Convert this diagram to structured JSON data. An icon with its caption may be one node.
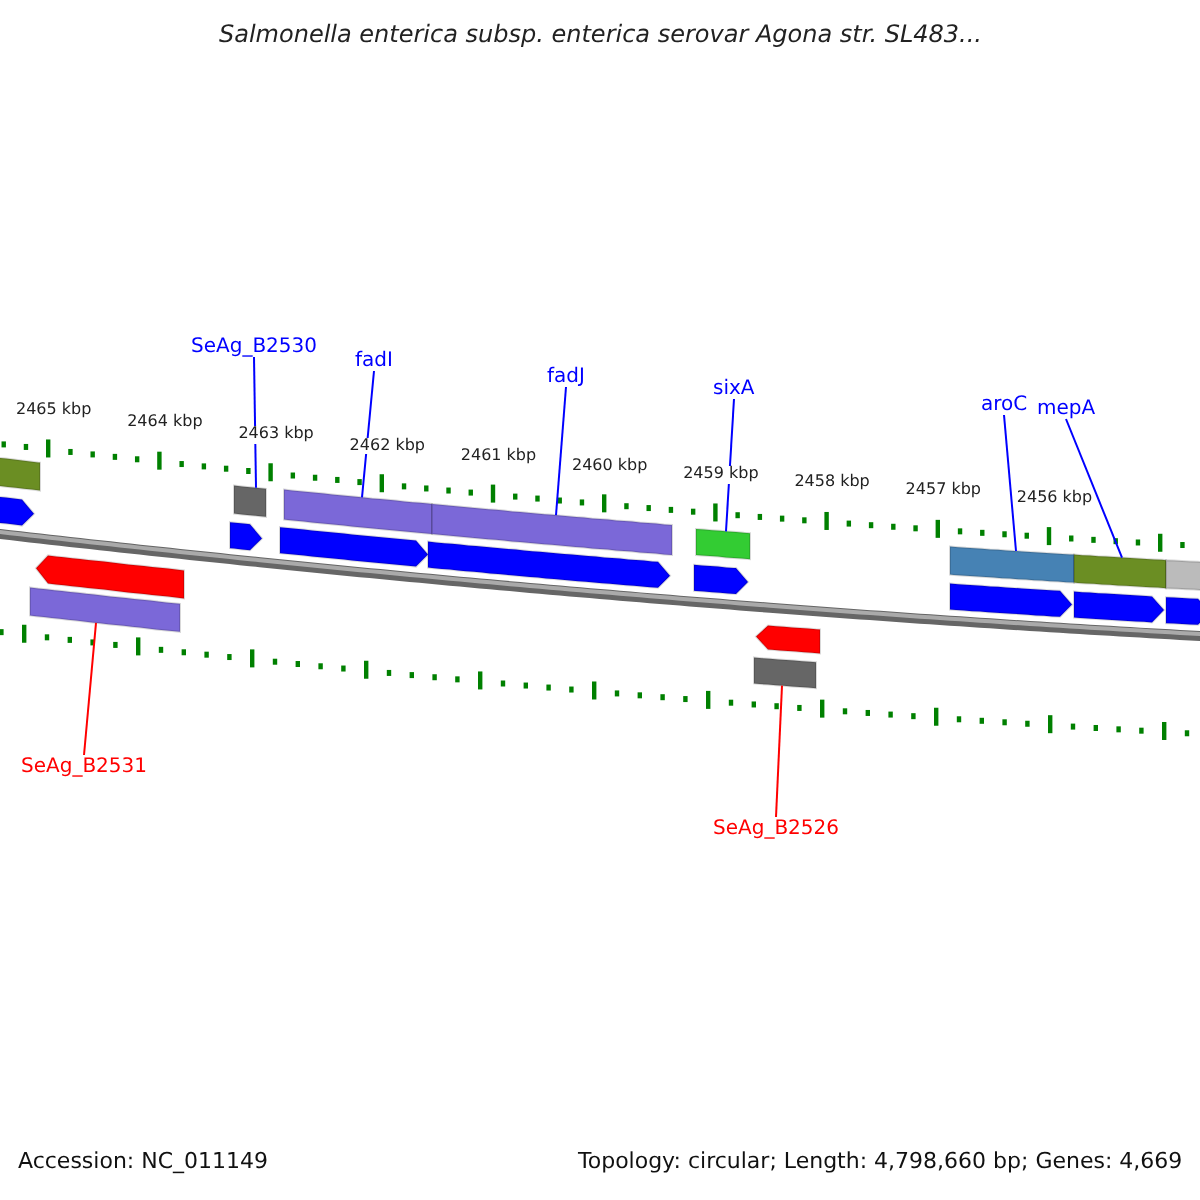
{
  "diagram": {
    "title": "Salmonella enterica subsp. enterica serovar Agona str. SL483...",
    "nodes": [
      {
        "text": [
          "SeAg_B2530"
        ]
      },
      {
        "text": [
          "fadI"
        ]
      },
      {
        "text": [
          "fadJ"
        ]
      },
      {
        "text": [
          "sixA"
        ]
      },
      {
        "text": [
          "aroC"
        ]
      },
      {
        "text": [
          "mepA"
        ]
      },
      {
        "text": [
          "SeAg_B2531"
        ]
      },
      {
        "text": [
          "SeAg_B2526"
        ]
      },
      {
        "text": [],
        "shape": "bar"
      },
      {
        "text": [],
        "shape": "bar"
      },
      {
        "text": [],
        "shape": "bar"
      },
      {
        "text": [],
        "shape": "bar"
      },
      {
        "text": [],
        "shape": "bar"
      },
      {
        "text": [],
        "shape": "bar"
      },
      {
        "text": [],
        "shape": "bar"
      },
      {
        "text": [],
        "shape": "bar"
      },
      {
        "text": [],
        "shape": "bar"
      },
      {
        "text": [],
        "shape": "bar"
      },
      {
        "text": [],
        "shape": "bar"
      },
      {
        "text": [],
        "shape": "bar"
      },
      {
        "text": [],
        "shape": "bar"
      },
      {
        "text": [],
        "shape": "bar"
      },
      {
        "text": [],
        "shape": "bar"
      },
      {
        "text": [],
        "shape": "bar"
      },
      {
        "text": [],
        "shape": "bar"
      },
      {
        "text": [],
        "shape": "bar"
      },
      {
        "text": [],
        "shape": "bar"
      },
      {
        "text": [],
        "shape": "bar"
      }
    ],
    "edges": [
      {
        "from": 0,
        "to": 8,
        "arrow": "none"
      },
      {
        "from": 1,
        "to": 9,
        "arrow": "none"
      },
      {
        "from": 2,
        "to": 10,
        "arrow": "none"
      },
      {
        "from": 3,
        "to": 11,
        "arrow": "none"
      },
      {
        "from": 4,
        "to": 12,
        "arrow": "none"
      },
      {
        "from": 5,
        "to": 13,
        "arrow": "none"
      },
      {
        "from": 6,
        "to": 14,
        "arrow": "none",
        "color": "#ff0000"
      },
      {
        "from": 7,
        "to": 15,
        "arrow": "none",
        "color": "#ff0000"
      }
    ],
    "labels": [
      "2465 kbp",
      "2464 kbp",
      "2463 kbp",
      "2462 kbp",
      "2461 kbp",
      "2460 kbp",
      "2459 kbp",
      "2458 kbp",
      "2457 kbp",
      "2456 kbp",
      "Accession: NC_011149",
      "Topology: circular; Length: 4,798,660 bp; Genes: 4,669"
    ]
  }
}
